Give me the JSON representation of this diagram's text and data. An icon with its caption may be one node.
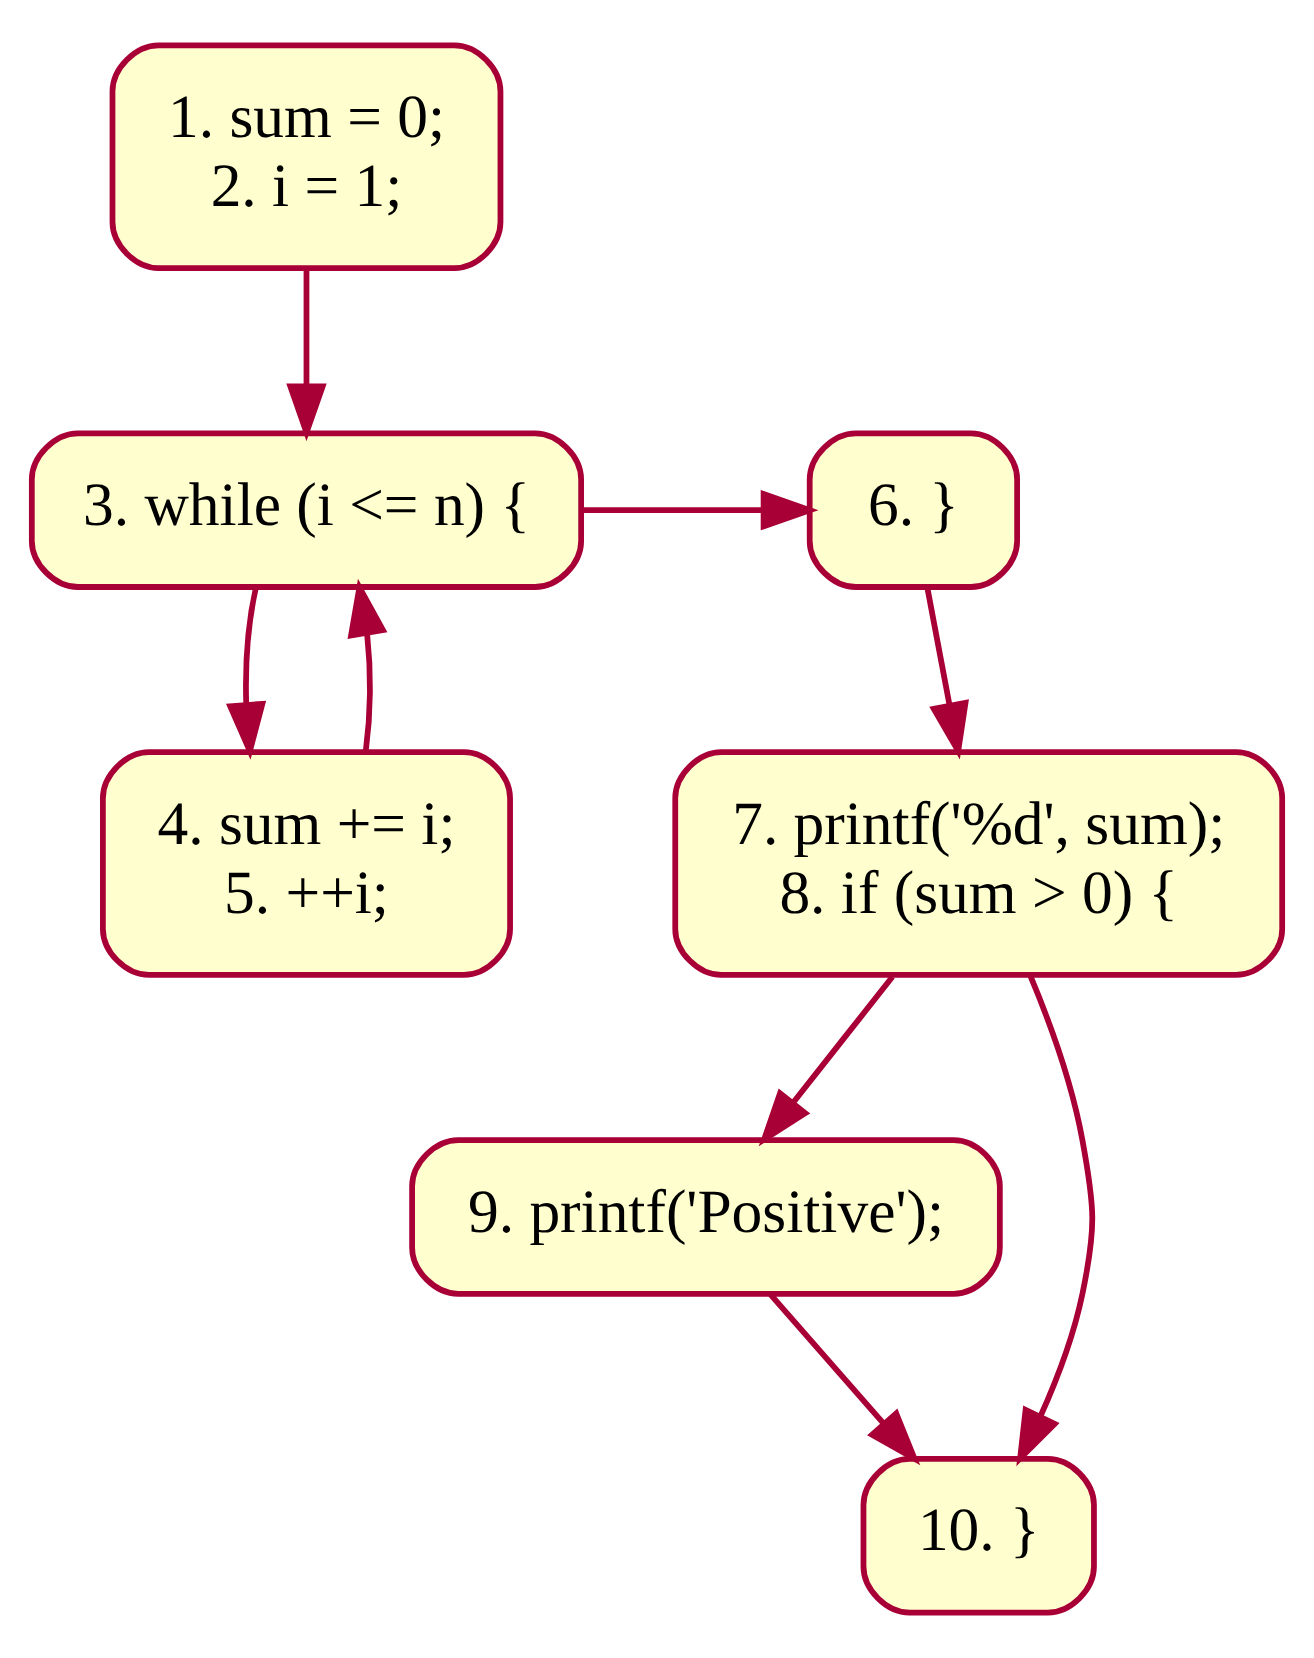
{
  "diagram": {
    "nodes": [
      {
        "text": [
          "1. sum = 0;",
          "2. i = 1;"
        ]
      },
      {
        "text": [
          "3. while (i <= n) {"
        ]
      },
      {
        "text": [
          "6. }"
        ]
      },
      {
        "text": [
          "4. sum += i;",
          "5. ++i;"
        ]
      },
      {
        "text": [
          "7. printf('%d', sum);",
          "8. if (sum > 0) {"
        ]
      },
      {
        "text": [
          "9. printf('Positive');"
        ]
      },
      {
        "text": [
          "10. }"
        ]
      }
    ],
    "edges": [
      {
        "from": 0,
        "to": 1,
        "arrow": "to"
      },
      {
        "from": 1,
        "to": 2,
        "arrow": "to"
      },
      {
        "from": 1,
        "to": 3,
        "arrow": "to"
      },
      {
        "from": 3,
        "to": 1,
        "arrow": "to"
      },
      {
        "from": 2,
        "to": 4,
        "arrow": "to"
      },
      {
        "from": 4,
        "to": 5,
        "arrow": "to"
      },
      {
        "from": 4,
        "to": 6,
        "arrow": "to"
      },
      {
        "from": 5,
        "to": 6,
        "arrow": "to"
      }
    ]
  }
}
